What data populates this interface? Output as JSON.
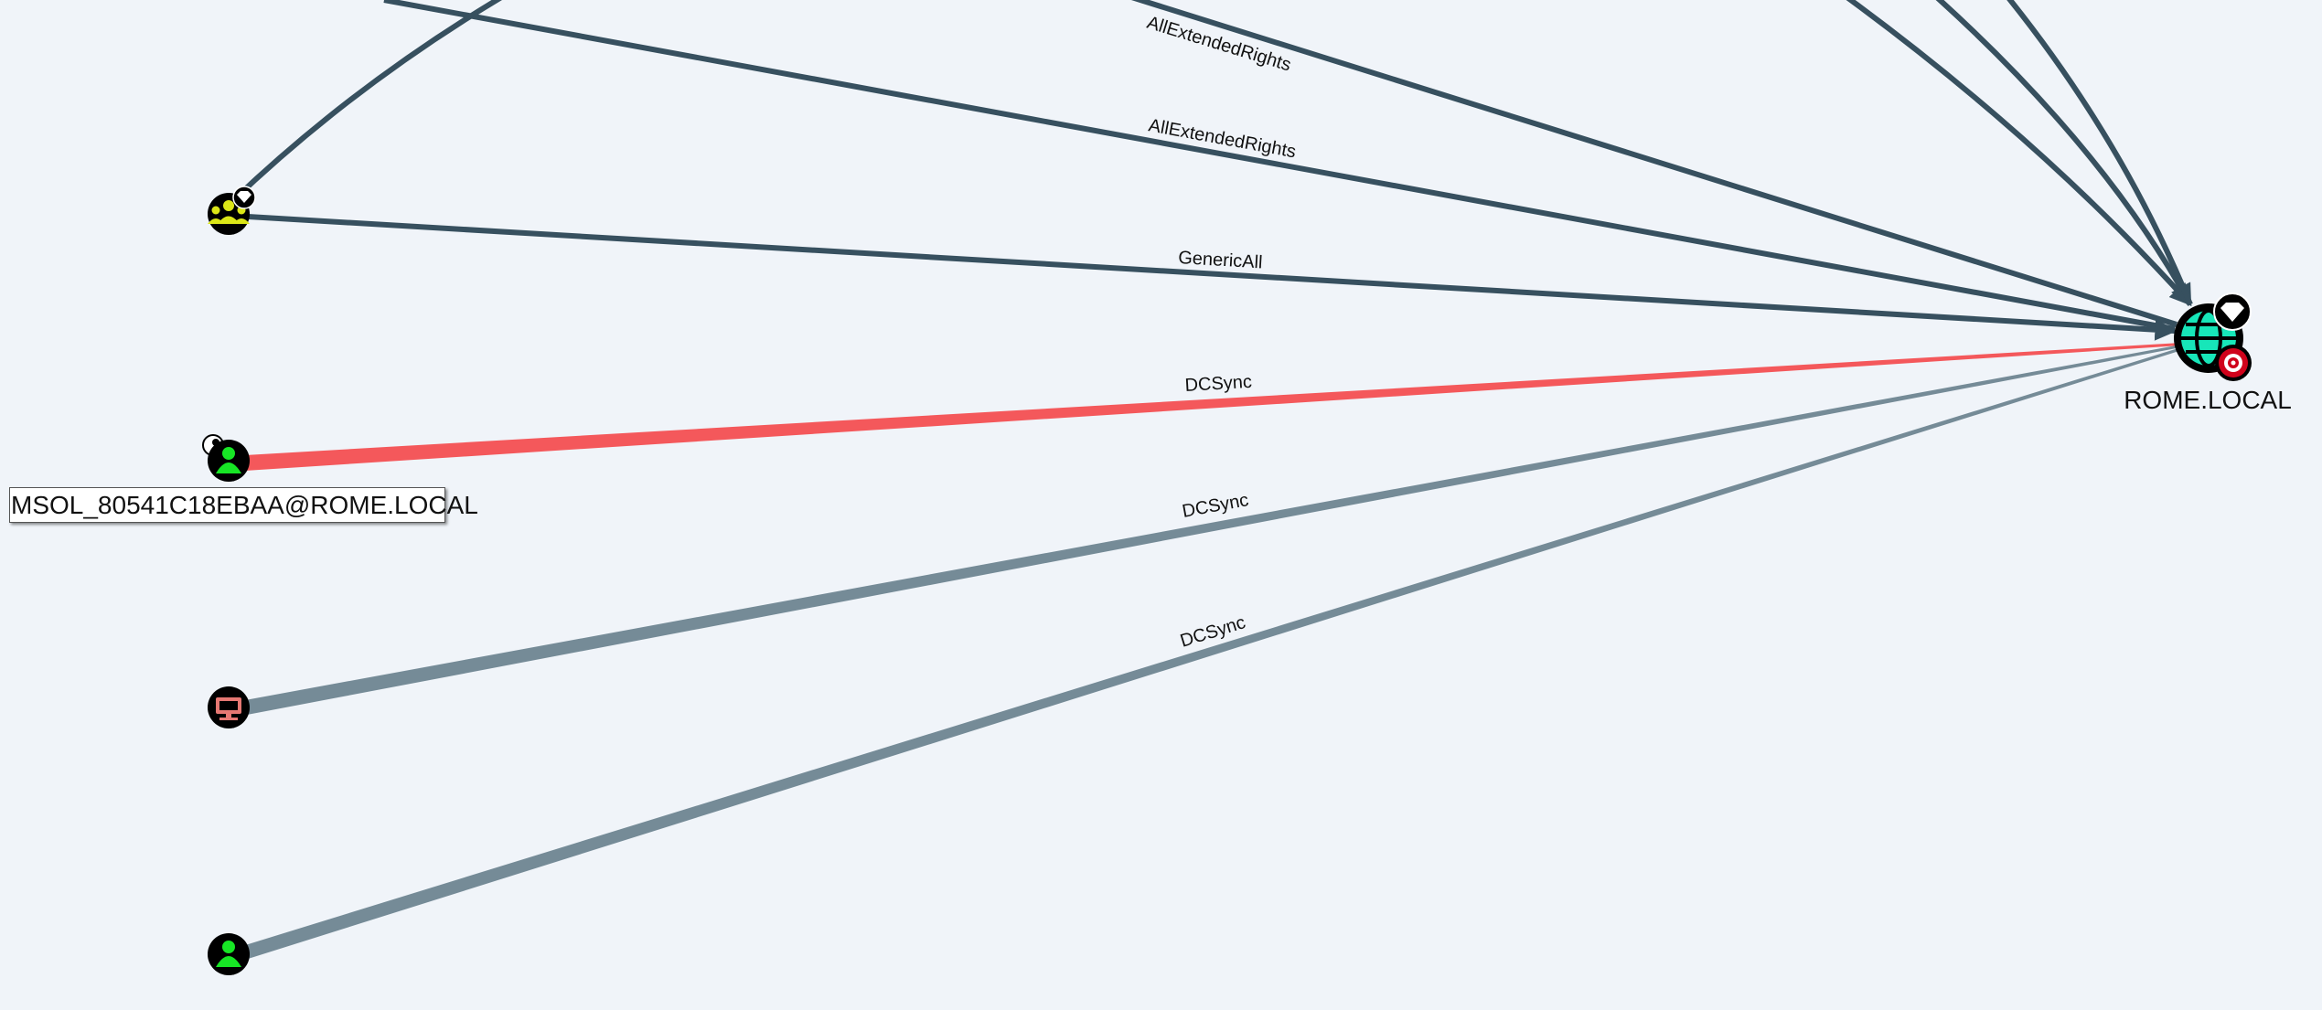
{
  "colors": {
    "background": "#f0f4f9",
    "edge_dark": "#37505f",
    "edge_highlight": "#f4585b",
    "edge_light": "#758b97",
    "user_icon": "#17e625",
    "group_icon": "#dbe617",
    "computer_icon": "#e67873",
    "domain_icon": "#17e6b9",
    "target_badge": "#d0021b"
  },
  "nodes": [
    {
      "id": "group-top-left",
      "type": "group",
      "icon": "users-icon",
      "label": "",
      "badges": [
        "diamond-icon"
      ]
    },
    {
      "id": "msol-user",
      "type": "user",
      "icon": "user-icon",
      "label": "MSOL_80541C18EBAA@ROME.LOCAL",
      "selected": true,
      "badges": [
        "eye-icon"
      ]
    },
    {
      "id": "computer-node",
      "type": "computer",
      "icon": "monitor-icon",
      "label": "",
      "badges": []
    },
    {
      "id": "user-bottom",
      "type": "user",
      "icon": "user-icon",
      "label": "",
      "badges": []
    },
    {
      "id": "domain-rome",
      "type": "domain",
      "icon": "globe-icon",
      "label": "ROME.LOCAL",
      "badges": [
        "diamond-icon",
        "target-icon"
      ]
    }
  ],
  "edges": [
    {
      "label": "AllExtendedRights",
      "from": "offscreen",
      "to": "domain-rome",
      "style": "dark"
    },
    {
      "label": "AllExtendedRights",
      "from": "offscreen",
      "to": "domain-rome",
      "style": "dark"
    },
    {
      "label": "GenericAll",
      "from": "group-top-left",
      "to": "domain-rome",
      "style": "dark"
    },
    {
      "label": "DCSync",
      "from": "msol-user",
      "to": "domain-rome",
      "style": "highlight"
    },
    {
      "label": "DCSync",
      "from": "computer-node",
      "to": "domain-rome",
      "style": "light"
    },
    {
      "label": "DCSync",
      "from": "user-bottom",
      "to": "domain-rome",
      "style": "light"
    }
  ]
}
